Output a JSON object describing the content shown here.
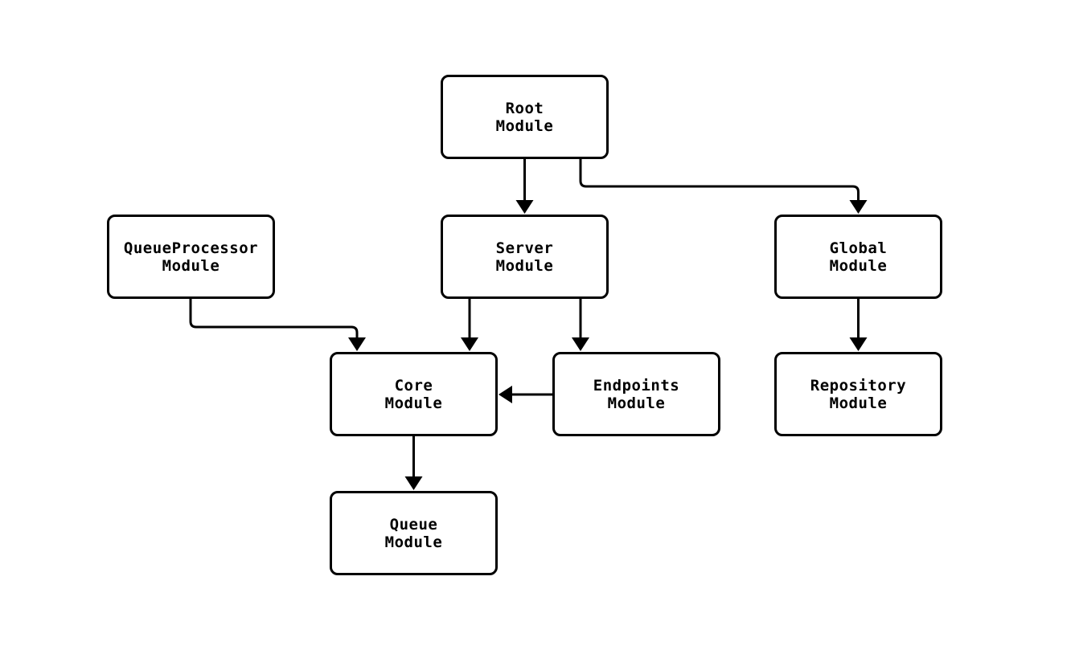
{
  "diagram": {
    "type": "flowchart",
    "background_color": "#ffffff",
    "node_fill_color": "#ffffff",
    "node_border_color": "#000000",
    "arrow_color": "#000000",
    "text_color": "#000000",
    "nodes": [
      {
        "id": "root",
        "label": "Root\nModule"
      },
      {
        "id": "server",
        "label": "Server\nModule"
      },
      {
        "id": "global",
        "label": "Global\nModule"
      },
      {
        "id": "queueprocessor",
        "label": "QueueProcessor\nModule"
      },
      {
        "id": "core",
        "label": "Core\nModule"
      },
      {
        "id": "endpoints",
        "label": "Endpoints\nModule"
      },
      {
        "id": "repository",
        "label": "Repository\nModule"
      },
      {
        "id": "queue",
        "label": "Queue\nModule"
      }
    ],
    "edges": [
      {
        "from": "root",
        "to": "server"
      },
      {
        "from": "root",
        "to": "global"
      },
      {
        "from": "queueprocessor",
        "to": "core"
      },
      {
        "from": "server",
        "to": "core"
      },
      {
        "from": "server",
        "to": "endpoints"
      },
      {
        "from": "endpoints",
        "to": "core"
      },
      {
        "from": "global",
        "to": "repository"
      },
      {
        "from": "core",
        "to": "queue"
      }
    ]
  }
}
